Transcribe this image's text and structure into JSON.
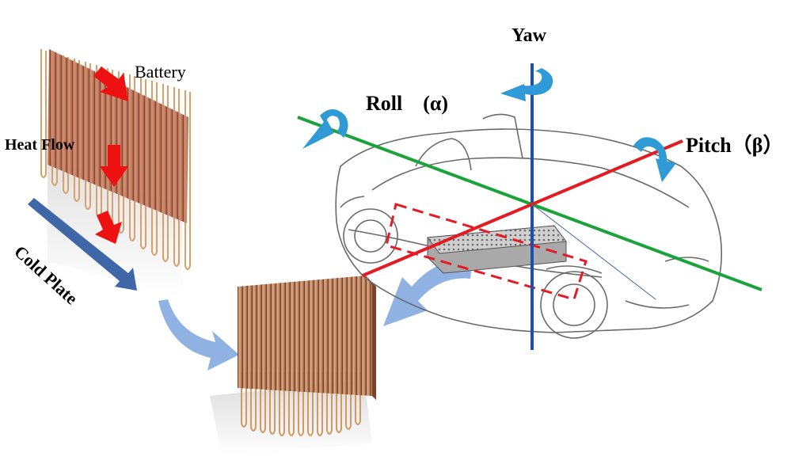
{
  "labels": {
    "battery": "Battery",
    "heat_flow": "Heat Flow",
    "cold_plate": "Cold Plate",
    "yaw": "Yaw",
    "roll": "Roll　(α)",
    "pitch": "Pitch（β）"
  },
  "colors": {
    "battery_fill": "#c46a55",
    "pipe": "#d9a06a",
    "heat_arrow": "#ee1111",
    "cold_plate_arrow": "#3f67a8",
    "transfer_arrow": "#8fb2e3",
    "rotation_arrow": "#2f9ad6",
    "roll_axis": "#1aa33a",
    "pitch_axis": "#e31b23",
    "yaw_axis": "#1b4fb0",
    "highlight_box": "#e31b23"
  },
  "icons": [
    "roll-rotation-icon",
    "yaw-rotation-icon",
    "pitch-rotation-icon",
    "car-outline-icon",
    "battery-module-icon"
  ]
}
